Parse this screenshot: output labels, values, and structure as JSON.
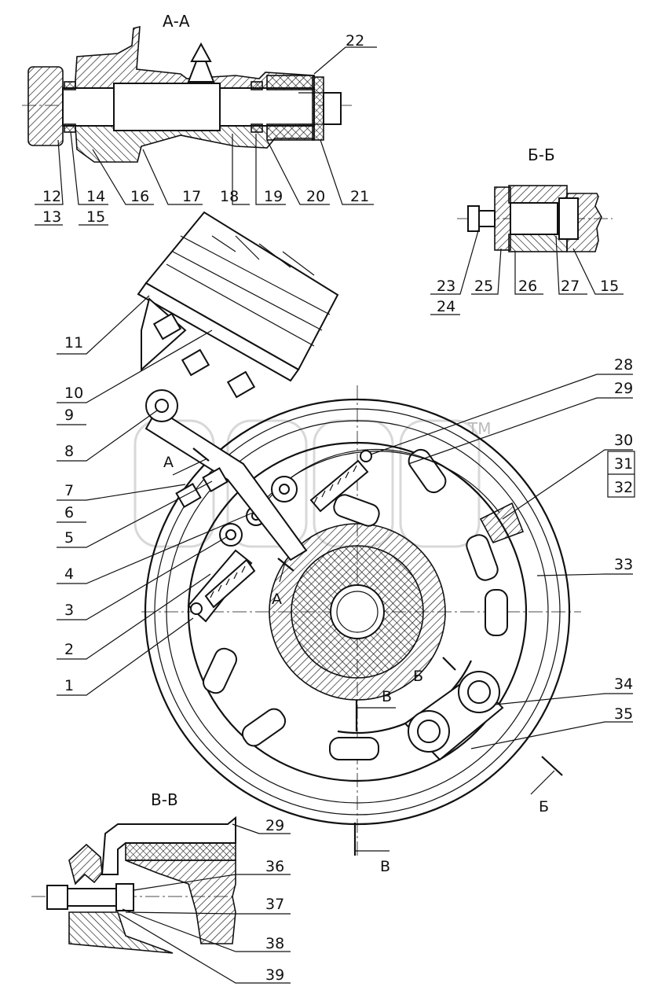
{
  "views": {
    "section_aa": "А-А",
    "section_bb": "Б-Б",
    "section_vv": "В-В"
  },
  "cut_marks": {
    "a1": "А",
    "a2": "А",
    "b1": "Б",
    "b2": "Б",
    "v1": "В",
    "v2": "В"
  },
  "watermark": "эпсп",
  "trademark": "TM",
  "labels_aa": [
    "22",
    "12",
    "13",
    "14",
    "15",
    "16",
    "17",
    "18",
    "19",
    "20",
    "21"
  ],
  "labels_bb": [
    "23",
    "24",
    "25",
    "26",
    "27",
    "15"
  ],
  "labels_main_left": [
    "11",
    "10",
    "9",
    "8",
    "7",
    "6",
    "5",
    "4",
    "3",
    "2",
    "1"
  ],
  "labels_main_right": [
    "28",
    "29",
    "30",
    "31",
    "32",
    "33",
    "34",
    "35"
  ],
  "labels_vv": [
    "29",
    "36",
    "37",
    "38",
    "39"
  ]
}
